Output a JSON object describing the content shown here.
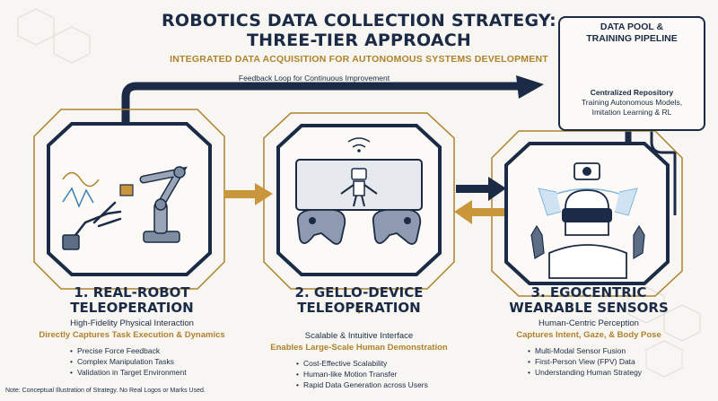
{
  "header": {
    "title_line1": "ROBOTICS DATA COLLECTION STRATEGY:",
    "title_line2": "THREE-TIER APPROACH",
    "subtitle": "INTEGRATED DATA ACQUISITION FOR AUTONOMOUS SYSTEMS DEVELOPMENT",
    "feedback_label": "Feedback Loop for Continuous Improvement"
  },
  "data_pool": {
    "title_line1": "DATA POOL &",
    "title_line2": "TRAINING PIPELINE",
    "repo_label": "Centralized Repository",
    "repo_desc_line1": "Training Autonomous Models,",
    "repo_desc_line2": "Imitation Learning & RL",
    "icons": [
      "database-icon",
      "brain-icon",
      "chip-icon"
    ]
  },
  "stages": [
    {
      "title_line1": "1. REAL-ROBOT",
      "title_line2": "TELEOPERATION",
      "lead": "High-Fidelity Physical Interaction",
      "highlight": "Directly Captures Task Execution & Dynamics",
      "bullets": [
        "Precise Force Feedback",
        "Complex Manipulation Tasks",
        "Validation in Target Environment"
      ],
      "icon": "robot-arm-icon"
    },
    {
      "title_line1": "2. GELLO-DEVICE",
      "title_line2": "TELEOPERATION",
      "lead": "Scalable & Intuitive Interface",
      "highlight": "Enables Large-Scale Human Demonstration",
      "bullets": [
        "Cost-Effective Scalability",
        "Human-like Motion Transfer",
        "Rapid Data Generation across Users"
      ],
      "icon": "gamepad-icon"
    },
    {
      "title_line1": "3. EGOCENTRIC",
      "title_line2": "WEARABLE SENSORS",
      "lead": "Human-Centric Perception",
      "highlight": "Captures Intent, Gaze, & Body Pose",
      "bullets": [
        "Multi-Modal Sensor Fusion",
        "First-Person View (FPV) Data",
        "Understanding Human Strategy"
      ],
      "icon": "vr-headset-icon"
    }
  ],
  "footer_note": "Note: Conceptual Illustration of Strategy. No Real Logos or Marks Used.",
  "colors": {
    "navy": "#1c2b45",
    "gold": "#b0822c",
    "background": "#f7f6f2"
  }
}
